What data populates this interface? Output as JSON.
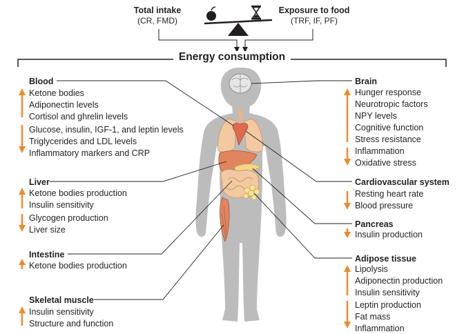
{
  "top": {
    "total_intake": {
      "title": "Total intake",
      "sub": "(CR, FMD)"
    },
    "exposure": {
      "title": "Exposure to food",
      "sub": "(TRF, IF, PF)"
    }
  },
  "header": "Energy consumption",
  "colors": {
    "arrow": "#f08a2b",
    "body": "#bcbcbc",
    "organ": "#f2c9a1",
    "heart": "#e06a4e",
    "line": "#231f20"
  },
  "left": {
    "blood": {
      "title": "Blood",
      "up": [
        "Ketone bodies",
        "Adiponectin levels",
        "Cortisol and ghrelin levels"
      ],
      "down": [
        "Glucose, insulin, IGF-1, and leptin levels",
        "Triglycerides and LDL levels",
        "Inflammatory markers and CRP"
      ]
    },
    "liver": {
      "title": "Liver",
      "up": [
        "Ketone bodies production",
        "Insulin sensitivity"
      ],
      "down": [
        "Glycogen production",
        "Liver size"
      ]
    },
    "intestine": {
      "title": "Intestine",
      "up": [
        "Ketone bodies production"
      ]
    },
    "muscle": {
      "title": "Skeletal muscle",
      "up": [
        "Insulin sensitivity",
        "Structure and function"
      ]
    }
  },
  "right": {
    "brain": {
      "title": "Brain",
      "up": [
        "Hunger response",
        "Neurotropic factors",
        "NPY levels",
        "Cognitive function",
        "Stress resistance"
      ],
      "down": [
        "Inflammation",
        "Oxidative stress"
      ]
    },
    "cardio": {
      "title": "Cardiovascular system",
      "down": [
        "Resting heart rate",
        "Blood pressure"
      ]
    },
    "pancreas": {
      "title": "Pancreas",
      "down": [
        "Insulin production"
      ]
    },
    "adipose": {
      "title": "Adipose tissue",
      "up": [
        "Lipolysis",
        "Adiponectin production",
        "Insulin sensitivity"
      ],
      "down": [
        "Leptin production",
        "Fat mass",
        "Inflammation"
      ]
    }
  }
}
